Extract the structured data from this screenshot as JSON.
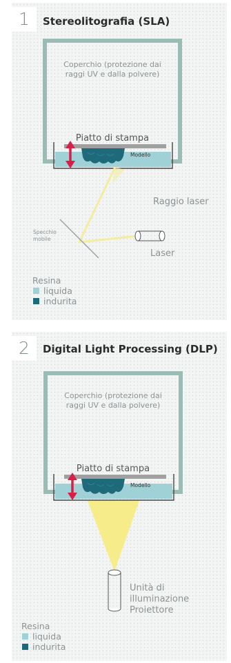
{
  "colors": {
    "panel_bg": "#f3f4f4",
    "cover": "#9bbcb4",
    "resin_liquid": "#9fd1d6",
    "resin_cured": "#1f6a7a",
    "platform": "#a0a0a0",
    "arrow": "#d71f48",
    "laser_beam": "#f4ec9e",
    "projector_light": "#f7ec8a",
    "text_gray": "#8a9293"
  },
  "sections": [
    {
      "number": "1",
      "title": "Stereolitografia (SLA)",
      "cover_label_line1": "Coperchio (protezione dai",
      "cover_label_line2": "raggi UV e dalla polvere)",
      "platform_label": "Piatto di stampa",
      "model_label": "Modello",
      "beam_label": "Raggio laser",
      "mirror_label_line1": "Specchio",
      "mirror_label_line2": "mobile",
      "source_label": "Laser",
      "legend": {
        "title": "Resina",
        "items": [
          "liquida",
          "indurita"
        ]
      }
    },
    {
      "number": "2",
      "title": "Digital Light Processing (DLP)",
      "cover_label_line1": "Coperchio (protezione dai",
      "cover_label_line2": "raggi UV e dalla polvere)",
      "platform_label": "Piatto di stampa",
      "model_label": "Modello",
      "source_label_line1": "Unità di",
      "source_label_line2": "illuminazione",
      "source_label_line3": "Proiettore",
      "legend": {
        "title": "Resina",
        "items": [
          "liquida",
          "indurita"
        ]
      }
    }
  ]
}
